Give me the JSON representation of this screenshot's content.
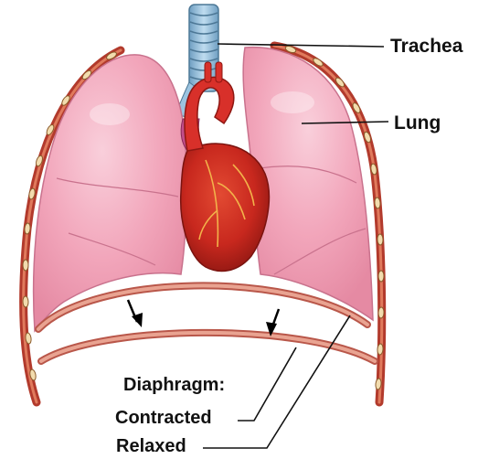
{
  "labels": {
    "trachea": "Trachea",
    "lung": "Lung",
    "diaphragm": "Diaphragm:",
    "contracted": "Contracted",
    "relaxed": "Relaxed"
  },
  "colors": {
    "lung_fill": "#f2a6bb",
    "lung_highlight": "#f9cfdb",
    "lung_outline": "#c9728d",
    "heart": "#c8281e",
    "aorta": "#d8302a",
    "trachea": "#9cc4e0",
    "rib": "#b23a2c",
    "rib_cartilage": "#f2dcae",
    "diaphragm": "#d9826c",
    "leader_line": "#111111"
  }
}
